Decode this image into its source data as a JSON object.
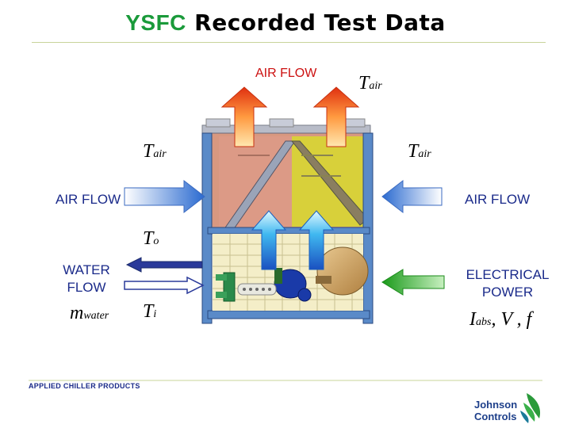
{
  "title": {
    "brand": "YSFC",
    "rest": "Recorded Test Data"
  },
  "labels": {
    "air_flow_top": "AIR FLOW",
    "air_flow_left": "AIR FLOW",
    "air_flow_right": "AIR FLOW",
    "water_flow_line1": "WATER",
    "water_flow_line2": "FLOW",
    "electrical_line1": "ELECTRICAL",
    "electrical_line2": "POWER"
  },
  "symbols": {
    "t_air_top": {
      "main": "T",
      "sub": "air"
    },
    "t_air_left": {
      "main": "T",
      "sub": "air"
    },
    "t_air_right": {
      "main": "T",
      "sub": "air"
    },
    "t_o": {
      "main": "T",
      "sub": "o"
    },
    "t_i": {
      "main": "T",
      "sub": "i"
    },
    "m_water": {
      "main": "m",
      "sub": "water"
    },
    "electrical_vars": {
      "i": "I",
      "abs": "abs",
      "rest": ", V , f"
    }
  },
  "footer": {
    "company_text": "APPLIED CHILLER PRODUCTS"
  },
  "logo": {
    "line1": "Johnson",
    "line2": "Controls",
    "icon": "johnson-controls-leaf-icon"
  },
  "colors": {
    "brand_green": "#1a9a3a",
    "air_arrow_red": "#e03010",
    "air_arrow_blue": "#3a7ad0",
    "water_out": "#2a3a9a",
    "electric_green": "#2aa02a"
  }
}
